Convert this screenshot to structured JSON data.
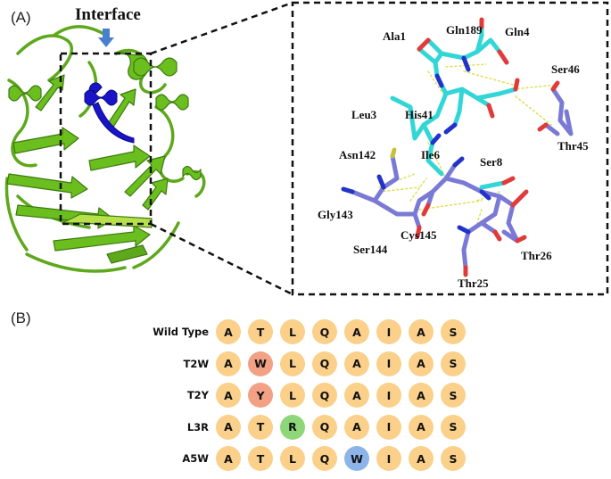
{
  "panel_a": {
    "label": "(A)",
    "interface_title": "Interface",
    "residues": {
      "ala1": "Ala1",
      "gln189": "Gln189",
      "gln4": "Gln4",
      "ser46": "Ser46",
      "leu3": "Leu3",
      "his41": "His41",
      "thr45": "Thr45",
      "asn142": "Asn142",
      "ile6": "Ile6",
      "ser8": "Ser8",
      "gly143": "Gly143",
      "ser144": "Ser144",
      "cys145": "Cys145",
      "thr26": "Thr26",
      "thr25": "Thr25"
    },
    "colors": {
      "protein": "#6abf1e",
      "peptide": "#1a14c8",
      "arrow": "#4a7fd0",
      "ligand_carbon": "#33d6d6",
      "protein_carbon": "#7a7ad6",
      "oxygen": "#e03a3a",
      "nitrogen": "#2233c8",
      "sulfur": "#c8c23a",
      "hbond": "#e0e05a"
    }
  },
  "panel_b": {
    "label": "(B)",
    "rows": [
      {
        "name": "Wild Type",
        "seq": [
          "A",
          "T",
          "L",
          "Q",
          "A",
          "I",
          "A",
          "S"
        ],
        "mut_index": -1,
        "mut_color": ""
      },
      {
        "name": "T2W",
        "seq": [
          "A",
          "W",
          "L",
          "Q",
          "A",
          "I",
          "A",
          "S"
        ],
        "mut_index": 1,
        "mut_color": "#f2a184"
      },
      {
        "name": "T2Y",
        "seq": [
          "A",
          "Y",
          "L",
          "Q",
          "A",
          "I",
          "A",
          "S"
        ],
        "mut_index": 1,
        "mut_color": "#f2a184"
      },
      {
        "name": "L3R",
        "seq": [
          "A",
          "T",
          "R",
          "Q",
          "A",
          "I",
          "A",
          "S"
        ],
        "mut_index": 2,
        "mut_color": "#8ed67a"
      },
      {
        "name": "A5W",
        "seq": [
          "A",
          "T",
          "L",
          "Q",
          "W",
          "I",
          "A",
          "S"
        ],
        "mut_index": 4,
        "mut_color": "#8cb4e8"
      }
    ],
    "base_color": "#fad08a"
  }
}
